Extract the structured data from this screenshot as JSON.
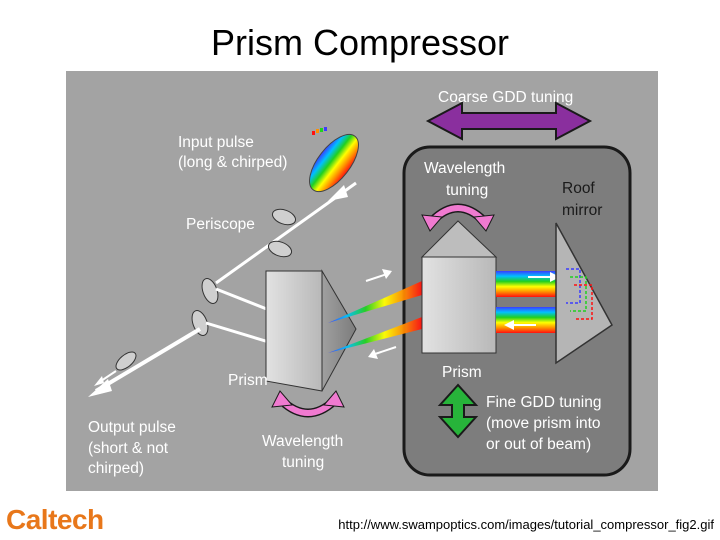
{
  "title": "Prism Compressor",
  "labels": {
    "coarse_gdd": "Coarse GDD tuning",
    "input_pulse_1": "Input pulse",
    "input_pulse_2": "(long & chirped)",
    "periscope": "Periscope",
    "wavelength_tuning_top_1": "Wavelength",
    "wavelength_tuning_top_2": "tuning",
    "roof_mirror_1": "Roof",
    "roof_mirror_2": "mirror",
    "prism_left": "Prism",
    "prism_right": "Prism",
    "fine_gdd_1": "Fine GDD tuning",
    "fine_gdd_2": "(move prism into",
    "fine_gdd_3": "or out of beam)",
    "output_pulse_1": "Output pulse",
    "output_pulse_2": "(short & not",
    "output_pulse_3": "chirped)",
    "wavelength_tuning_bottom_1": "Wavelength",
    "wavelength_tuning_bottom_2": "tuning"
  },
  "footer": {
    "logo": "Caltech",
    "source": "http://www.swampoptics.com/images/tutorial_compressor_fig2.gif"
  },
  "colors": {
    "background": "#a3a3a3",
    "coarse_arrow": "#8a2f9e",
    "tuning_arrow": "#f07ad0",
    "fine_arrow": "#27b43a",
    "logo": "#e8771a"
  }
}
